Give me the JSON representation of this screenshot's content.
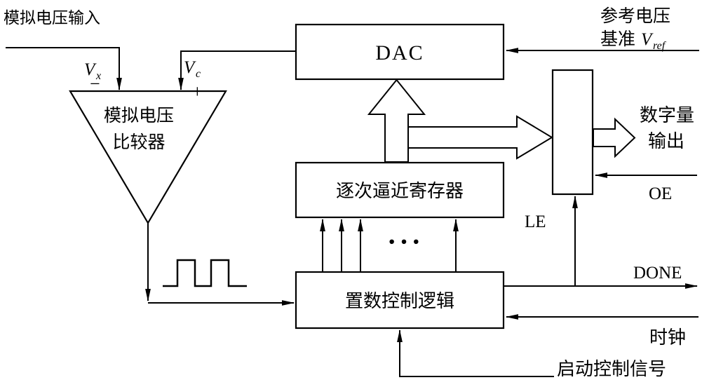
{
  "diagram": {
    "blocks": {
      "dac": "DAC",
      "sar": "逐次逼近寄存器",
      "control_logic": "置数控制逻辑",
      "comparator_line1": "模拟电压",
      "comparator_line2": "比较器"
    },
    "signals": {
      "analog_input": "模拟电压输入",
      "v_symbol": "V",
      "vx_sub": "x",
      "minus": "−",
      "vc_sub": "c",
      "plus": "+",
      "ref_line1": "参考电压",
      "ref_line2": "基准",
      "vref_sub": "ref",
      "digital_out_line1": "数字量",
      "digital_out_line2": "输出",
      "oe": "OE",
      "le": "LE",
      "done": "DONE",
      "clock": "时钟",
      "start_signal": "启动控制信号",
      "ellipsis": "···"
    },
    "colors": {
      "line": "#000000",
      "background": "#ffffff"
    }
  }
}
